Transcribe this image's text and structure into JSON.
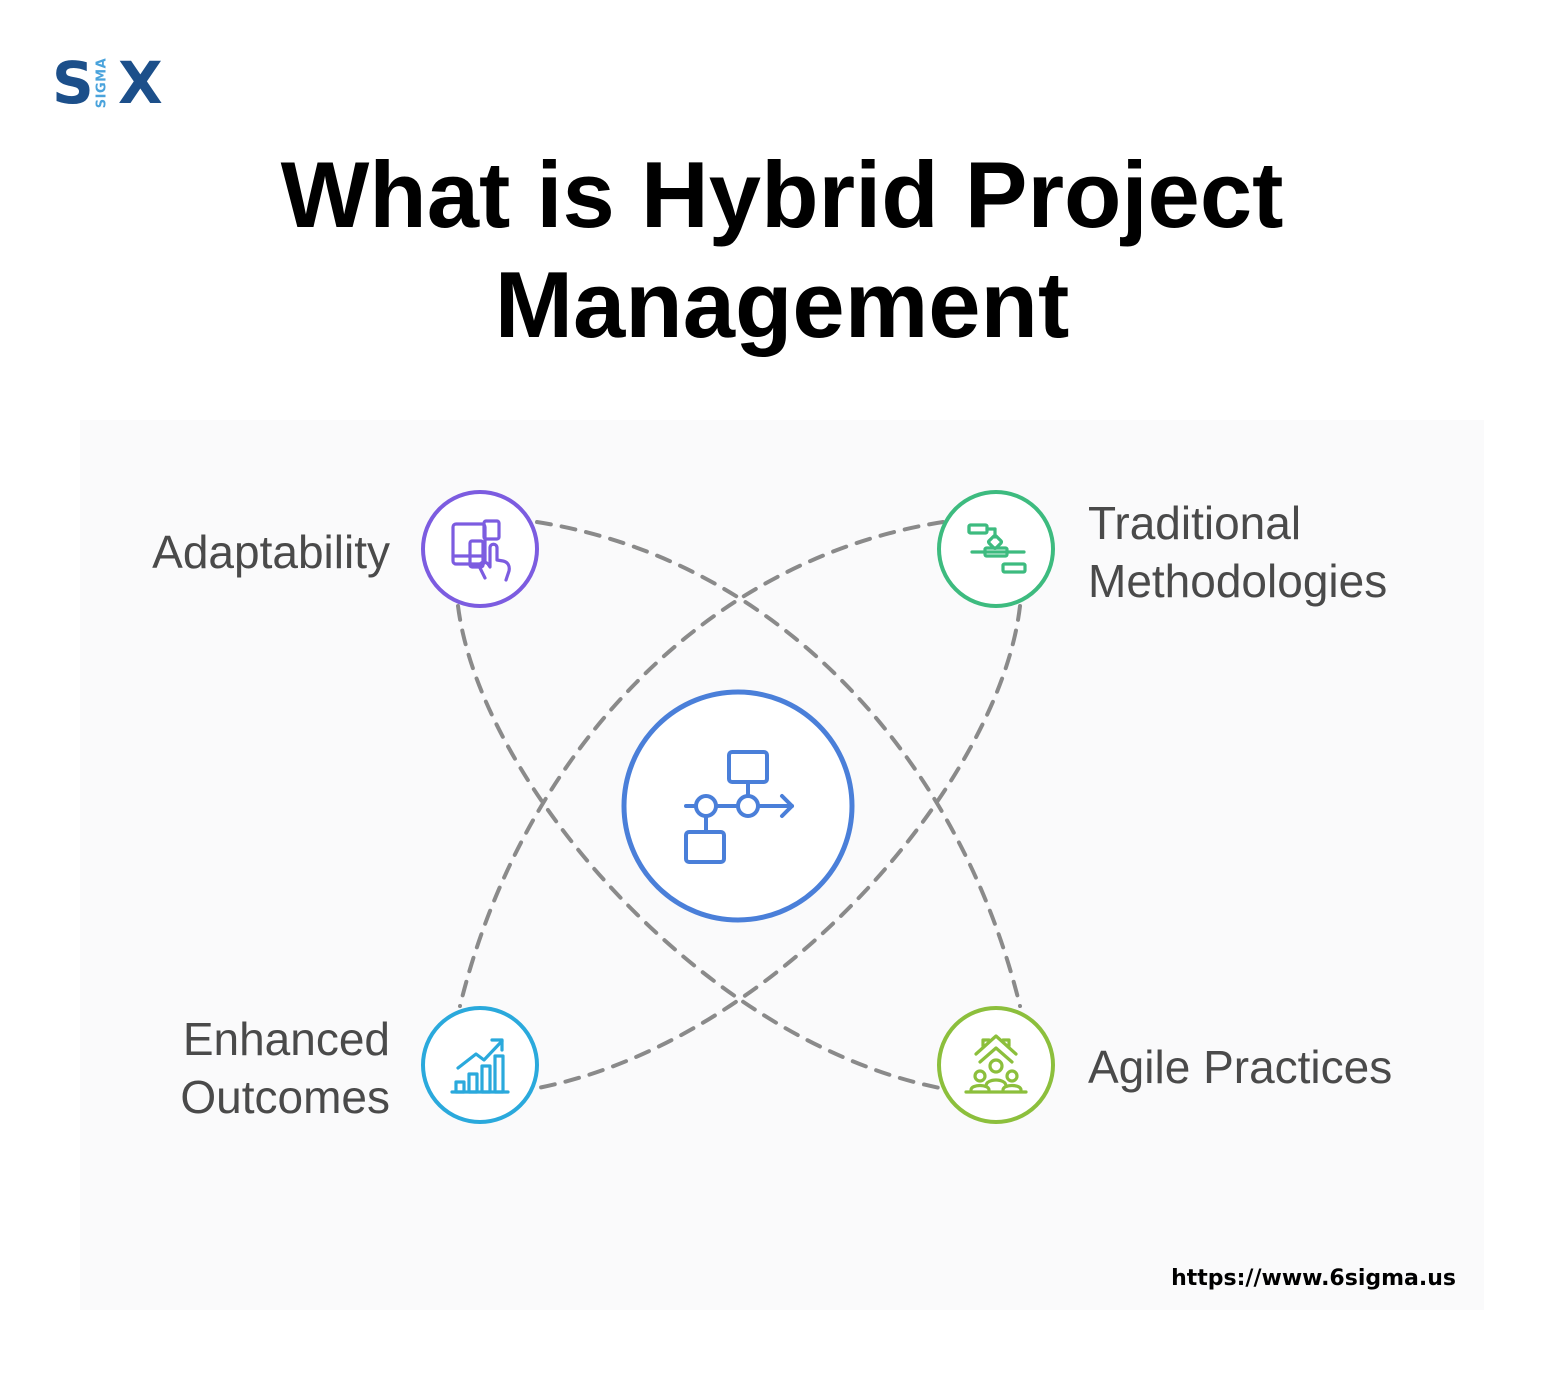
{
  "brand": {
    "logo_left": "S",
    "logo_middle": "SIGMA",
    "logo_right": "X",
    "primary_color": "#1c4f8a",
    "accent_color": "#4aa3dc"
  },
  "title": {
    "line1": "What is Hybrid Project",
    "line2": "Management"
  },
  "center": {
    "icon": "workflow-diagram-icon",
    "color": "#4a7fd9"
  },
  "nodes": [
    {
      "id": "adaptability",
      "lines": [
        "Adaptability"
      ],
      "icon": "devices-hand-icon",
      "color": "#7c5ce0"
    },
    {
      "id": "traditional-methodologies",
      "lines": [
        "Traditional",
        "Methodologies"
      ],
      "icon": "gantt-chart-icon",
      "color": "#3dbb7f"
    },
    {
      "id": "enhanced-outcomes",
      "lines": [
        "Enhanced",
        "Outcomes"
      ],
      "icon": "growth-chart-icon",
      "color": "#2aa9dc"
    },
    {
      "id": "agile-practices",
      "lines": [
        "Agile Practices"
      ],
      "icon": "team-growth-icon",
      "color": "#8cbf3c"
    }
  ],
  "footer": {
    "url": "https://www.6sigma.us"
  }
}
